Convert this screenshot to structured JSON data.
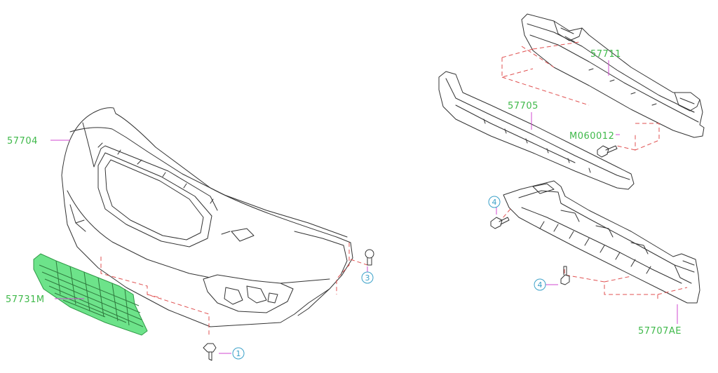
{
  "parts": {
    "bumper_cover": "57704",
    "lower_grille": "57731M",
    "reinforcement": "57711",
    "absorber": "57705",
    "bolt": "M060012",
    "under_cover": "57707AE"
  },
  "callouts": {
    "c1": "1",
    "c3": "3",
    "c4a": "4",
    "c4b": "4"
  },
  "colors": {
    "label_green": "#3fb94a",
    "callout_blue": "#3aa0c8",
    "leader_magenta": "#d04ad0",
    "dash_red": "#e05050",
    "grille_fill": "#6de38a"
  }
}
